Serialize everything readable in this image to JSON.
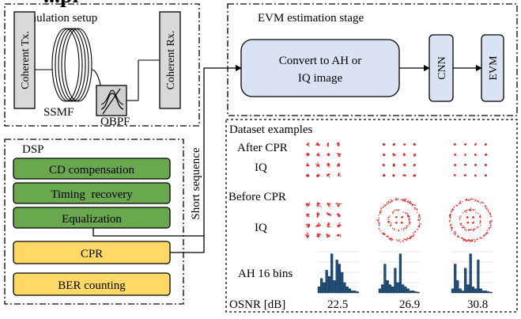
{
  "top_banner": "...pl",
  "simulation": {
    "title": "Simulation setup",
    "tx": "Coherent Tx.",
    "rx": "Coherent Rx.",
    "ssmf": "SSMF",
    "obpf": "OBPF"
  },
  "dsp": {
    "title": "DSP",
    "blocks": [
      "CD compensation",
      "Timing  recovery",
      "Equalization"
    ],
    "cpr": "CPR",
    "ber": "BER counting"
  },
  "short_sequence": "Short sequence",
  "evm": {
    "title": "EVM estimation stage",
    "convert_line1": "Convert to AH or",
    "convert_line2": "IQ image",
    "cnn": "CNN",
    "evm": "EVM"
  },
  "dataset": {
    "title": "Dataset examples",
    "after_cpr": "After CPR",
    "iq1": "IQ",
    "before_cpr": "Before CPR",
    "iq2": "IQ",
    "ah": "AH 16 bins",
    "osnr_label": "OSNR [dB]",
    "osnr_values": [
      "22.5",
      "26.9",
      "30.8"
    ]
  },
  "colors": {
    "dsp_green": "#6aa84f",
    "cpr_yellow": "#ffd966",
    "evm_blue": "#dae3f3",
    "constellation_red": "#e02020",
    "histogram_blue": "#1f4e79"
  },
  "histograms": [
    [
      0.15,
      0.35,
      0.25,
      0.55,
      0.4,
      0.95,
      0.3,
      0.8,
      0.7,
      0.5,
      0.25,
      0.15,
      0.1,
      0.05,
      0.05,
      0.03
    ],
    [
      0.1,
      0.2,
      0.7,
      0.3,
      0.2,
      0.15,
      0.6,
      0.25,
      0.95,
      0.2,
      0.15,
      0.1,
      0.05,
      0.05,
      0.03,
      0.02
    ],
    [
      0.1,
      0.7,
      0.3,
      0.1,
      0.05,
      0.6,
      0.2,
      0.95,
      0.15,
      0.1,
      0.8,
      0.1,
      0.05,
      0.05,
      0.03,
      0.02
    ]
  ]
}
